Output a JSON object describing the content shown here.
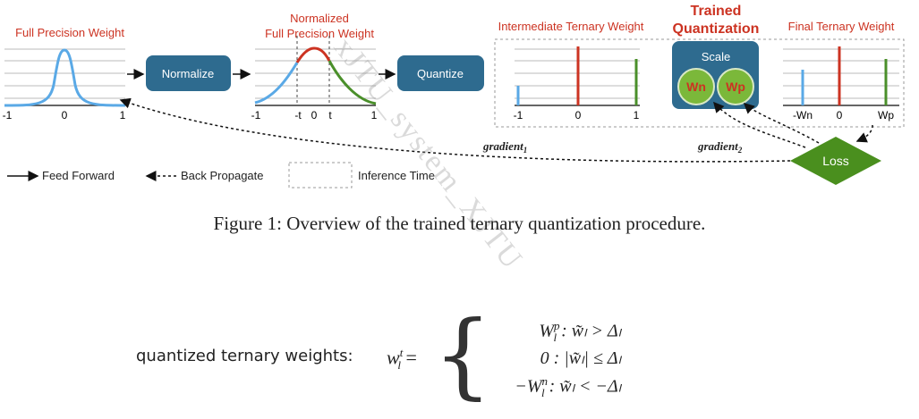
{
  "figure": {
    "panel1": {
      "title": "Full Precision Weight",
      "ticks": [
        "-1",
        "0",
        "1"
      ]
    },
    "normalize_box": "Normalize",
    "panel2": {
      "title_line1": "Normalized",
      "title_line2": "Full Precision Weight",
      "ticks": [
        "-1",
        "-t",
        "0",
        "t",
        "1"
      ]
    },
    "quantize_box": "Quantize",
    "panel3": {
      "title": "Intermediate Ternary Weight",
      "ticks": [
        "-1",
        "0",
        "1"
      ]
    },
    "trained": {
      "title_line1": "Trained",
      "title_line2": "Quantization",
      "scale": "Scale",
      "wn": "Wn",
      "wp": "Wp"
    },
    "panel4": {
      "title": "Final Ternary Weight",
      "ticks": [
        "-Wn",
        "0",
        "Wp"
      ]
    },
    "loss": "Loss",
    "gradient1": "gradient",
    "gradient1_sub": "1",
    "gradient2": "gradient",
    "gradient2_sub": "2",
    "legend": {
      "feed_forward": "Feed Forward",
      "back_propagate": "Back Propagate",
      "inference": "Inference Time"
    },
    "caption": "Figure 1: Overview of the trained ternary quantization procedure.",
    "watermark": "xJTU_system_XJTU"
  },
  "equation": {
    "label": "quantized ternary weights:",
    "lhs": "w",
    "lhs_sup": "t",
    "lhs_sub": "l",
    "row1": "W",
    "row1_sup": "p",
    "row1_sub": "l",
    "row1_cond": " : w̃ₗ > Δₗ",
    "row2": "0 : |w̃ₗ| ≤ Δₗ",
    "row3": "−W",
    "row3_sup": "n",
    "row3_sub": "l",
    "row3_cond": " : w̃ₗ < −Δₗ"
  },
  "colors": {
    "red": "#cc3322",
    "blue": "#5aa9e6",
    "green": "#4a8f2a",
    "box": "#2e6b8f",
    "loss": "#4a8f1e",
    "wcircle": "#7bb83a"
  }
}
